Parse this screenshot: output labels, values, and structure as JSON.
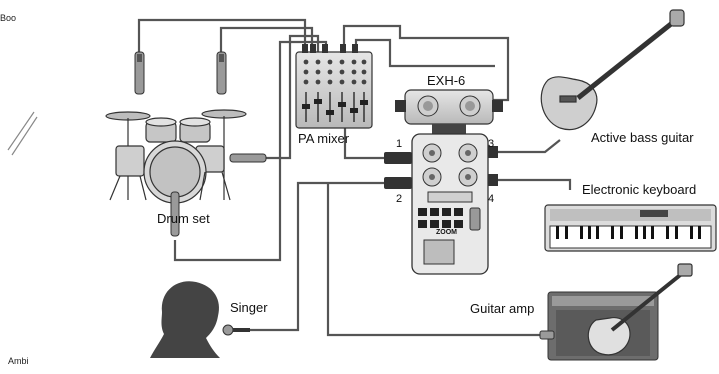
{
  "edge_fragments": {
    "top_left": "Boo",
    "bottom_left": "Ambi"
  },
  "labels": {
    "pa_mixer": "PA mixer",
    "exh6": "EXH-6",
    "drum_set": "Drum set",
    "singer": "Singer",
    "guitar_amp": "Guitar amp",
    "active_bass_guitar": "Active bass guitar",
    "electronic_keyboard": "Electronic keyboard"
  },
  "inputs": {
    "in1": "1",
    "in2": "2",
    "in3": "3",
    "in4": "4"
  },
  "recorder_brand": "ZOOM"
}
